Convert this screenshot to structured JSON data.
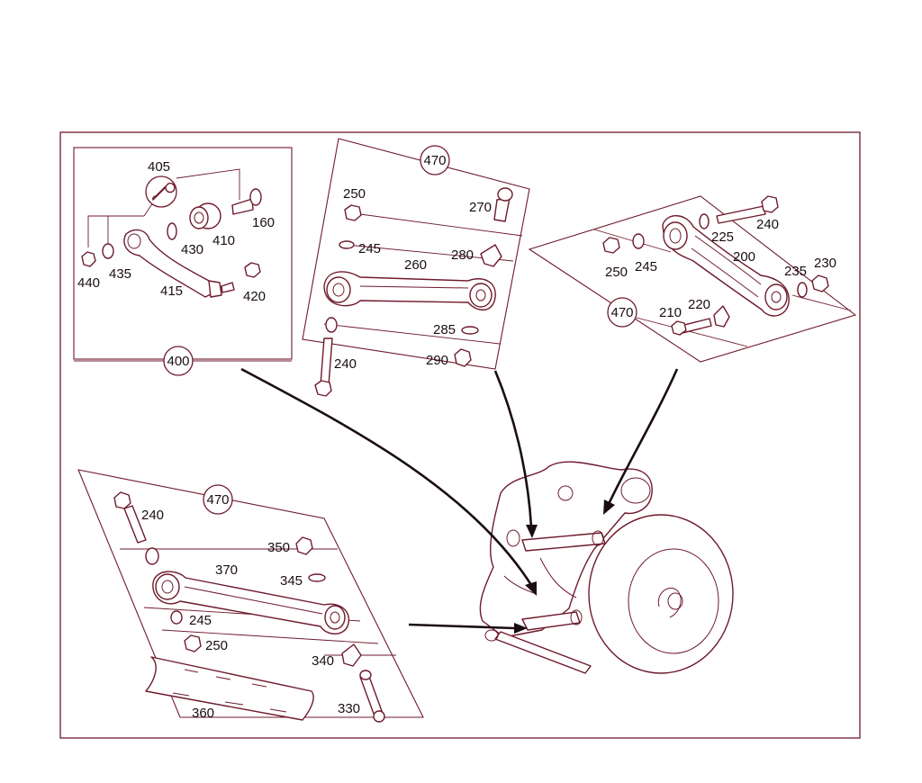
{
  "colors": {
    "line": "#6e1a2c",
    "text": "#1a0d12",
    "background": "#ffffff"
  },
  "icons": {
    "wrench": "wrench-icon"
  },
  "groups": {
    "g400": "400",
    "g470_top": "470",
    "g470_right": "470",
    "g470_bottom": "470"
  },
  "labels": {
    "p405": "405",
    "p160": "160",
    "p430": "430",
    "p410": "410",
    "p440": "440",
    "p435": "435",
    "p415": "415",
    "p420": "420",
    "t250": "250",
    "t270": "270",
    "t245": "245",
    "t280": "280",
    "t260": "260",
    "t285": "285",
    "t240": "240",
    "t290": "290",
    "r250": "250",
    "r245": "245",
    "r225": "225",
    "r240": "240",
    "r200": "200",
    "r235": "235",
    "r230": "230",
    "r210": "210",
    "r220": "220",
    "b240": "240",
    "b350": "350",
    "b370": "370",
    "b345": "345",
    "b245": "245",
    "b250": "250",
    "b340": "340",
    "b360": "360",
    "b330": "330"
  }
}
